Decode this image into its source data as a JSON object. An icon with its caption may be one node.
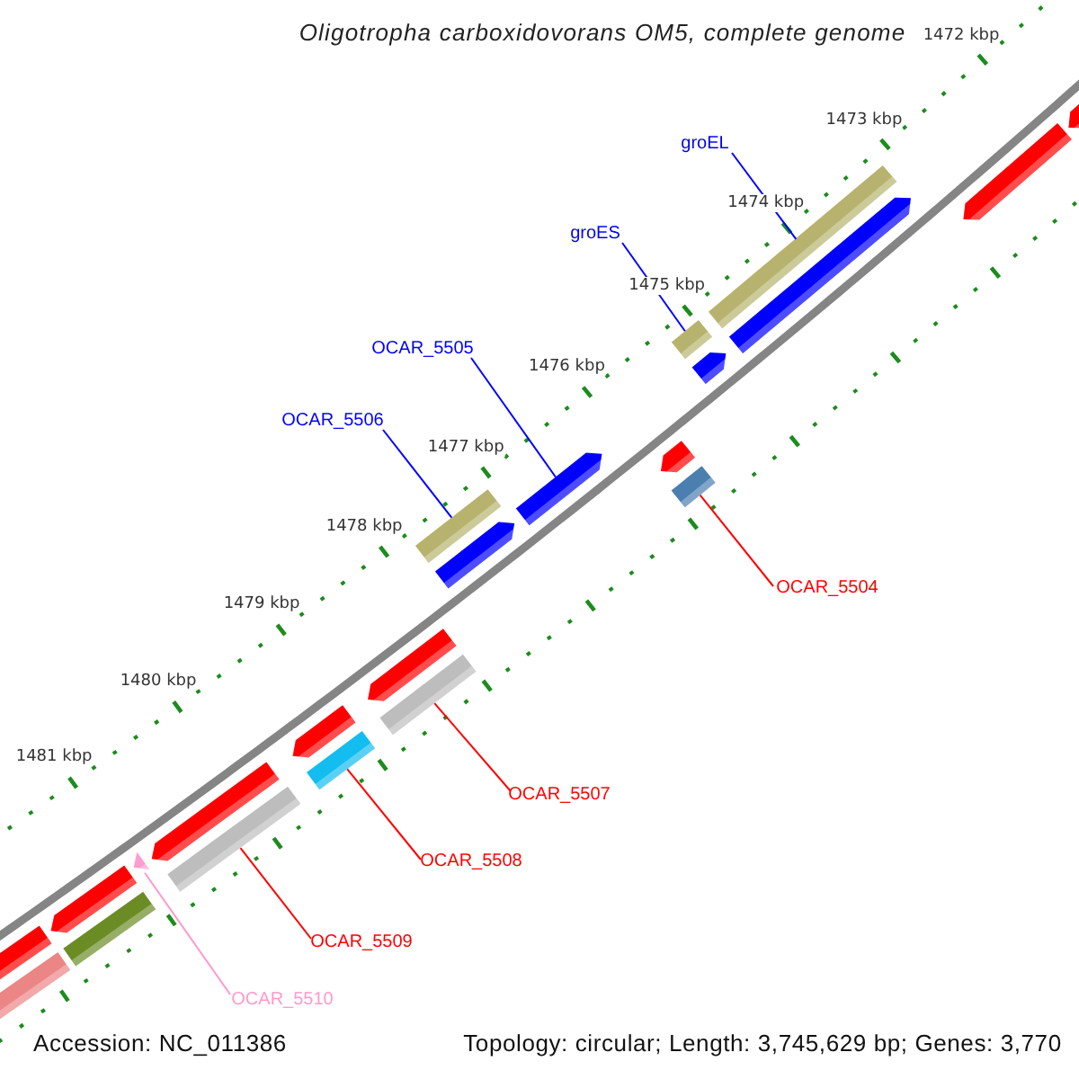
{
  "diagram": {
    "title": "Oligotropha carboxidovorans OM5, complete genome",
    "nodes": [
      {
        "text": [
          "groEL"
        ]
      },
      {
        "text": [],
        "shape": "bar"
      },
      {
        "text": [
          "groES"
        ]
      },
      {
        "text": [],
        "shape": "bar"
      },
      {
        "text": [
          "OCAR_5505"
        ]
      },
      {
        "text": [],
        "shape": "bar"
      },
      {
        "text": [
          "OCAR_5506"
        ]
      },
      {
        "text": [],
        "shape": "bar"
      },
      {
        "text": [
          "OCAR_5504"
        ]
      },
      {
        "text": [],
        "shape": "bar"
      },
      {
        "text": [
          "OCAR_5507"
        ]
      },
      {
        "text": [],
        "shape": "bar"
      },
      {
        "text": [
          "OCAR_5508"
        ]
      },
      {
        "text": [],
        "shape": "bar"
      },
      {
        "text": [
          "OCAR_5509"
        ]
      },
      {
        "text": [],
        "shape": "bar"
      },
      {
        "text": [
          "OCAR_5510"
        ]
      },
      {
        "text": [],
        "shape": "bar"
      }
    ],
    "edges": [
      {
        "from": 0,
        "to": 1,
        "arrow": "none",
        "color": "#0000ff"
      },
      {
        "from": 2,
        "to": 3,
        "arrow": "none",
        "color": "#0000ff"
      },
      {
        "from": 4,
        "to": 5,
        "arrow": "none",
        "color": "#0000ff"
      },
      {
        "from": 6,
        "to": 7,
        "arrow": "none",
        "color": "#0000ff"
      },
      {
        "from": 8,
        "to": 9,
        "arrow": "none",
        "color": "#ff0000"
      },
      {
        "from": 10,
        "to": 11,
        "arrow": "none",
        "color": "#ff0000"
      },
      {
        "from": 12,
        "to": 13,
        "arrow": "none",
        "color": "#ff0000"
      },
      {
        "from": 14,
        "to": 15,
        "arrow": "none",
        "color": "#ff0000"
      },
      {
        "from": 16,
        "to": 17,
        "arrow": "none",
        "color": "#ff99cc"
      }
    ],
    "labels": [
      "1472 kbp",
      "1473 kbp",
      "1474 kbp",
      "1475 kbp",
      "1476 kbp",
      "1477 kbp",
      "1478 kbp",
      "1479 kbp",
      "1480 kbp",
      "1481 kbp",
      "Accession: NC_011386",
      "Topology: circular; Length: 3,745,629 bp; Genes: 3,770"
    ]
  }
}
